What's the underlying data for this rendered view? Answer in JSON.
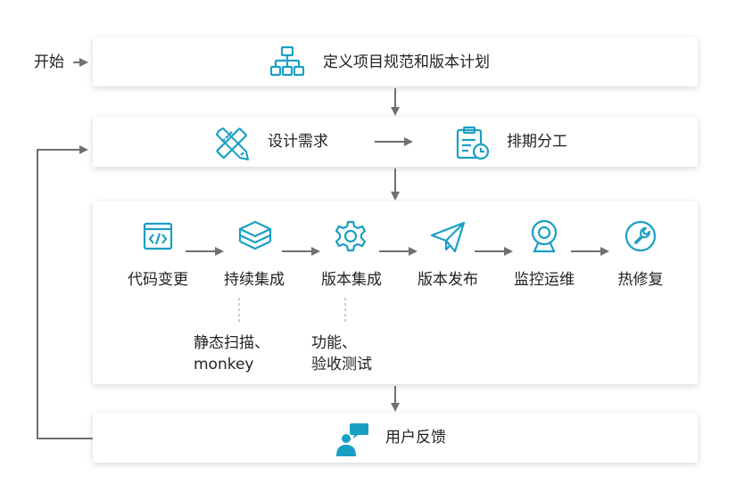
{
  "start_label": "开始",
  "top_step": "定义项目规范和版本计划",
  "planning": {
    "design": "设计需求",
    "schedule": "排期分工"
  },
  "pipeline": [
    {
      "label": "代码变更",
      "icon": "code-window-icon"
    },
    {
      "label": "持续集成",
      "icon": "layers-stack-icon"
    },
    {
      "label": "版本集成",
      "icon": "gear-icon"
    },
    {
      "label": "版本发布",
      "icon": "paper-plane-icon"
    },
    {
      "label": "监控运维",
      "icon": "webcam-icon"
    },
    {
      "label": "热修复",
      "icon": "wrench-icon"
    }
  ],
  "notes": {
    "ci": [
      "静态扫描、",
      "monkey"
    ],
    "integration": [
      "功能、",
      "验收测试"
    ]
  },
  "feedback": "用户反馈",
  "colors": {
    "icon": "#1a9fc4",
    "arrow": "#707070",
    "panel_shadow": "#d6d6d6"
  }
}
